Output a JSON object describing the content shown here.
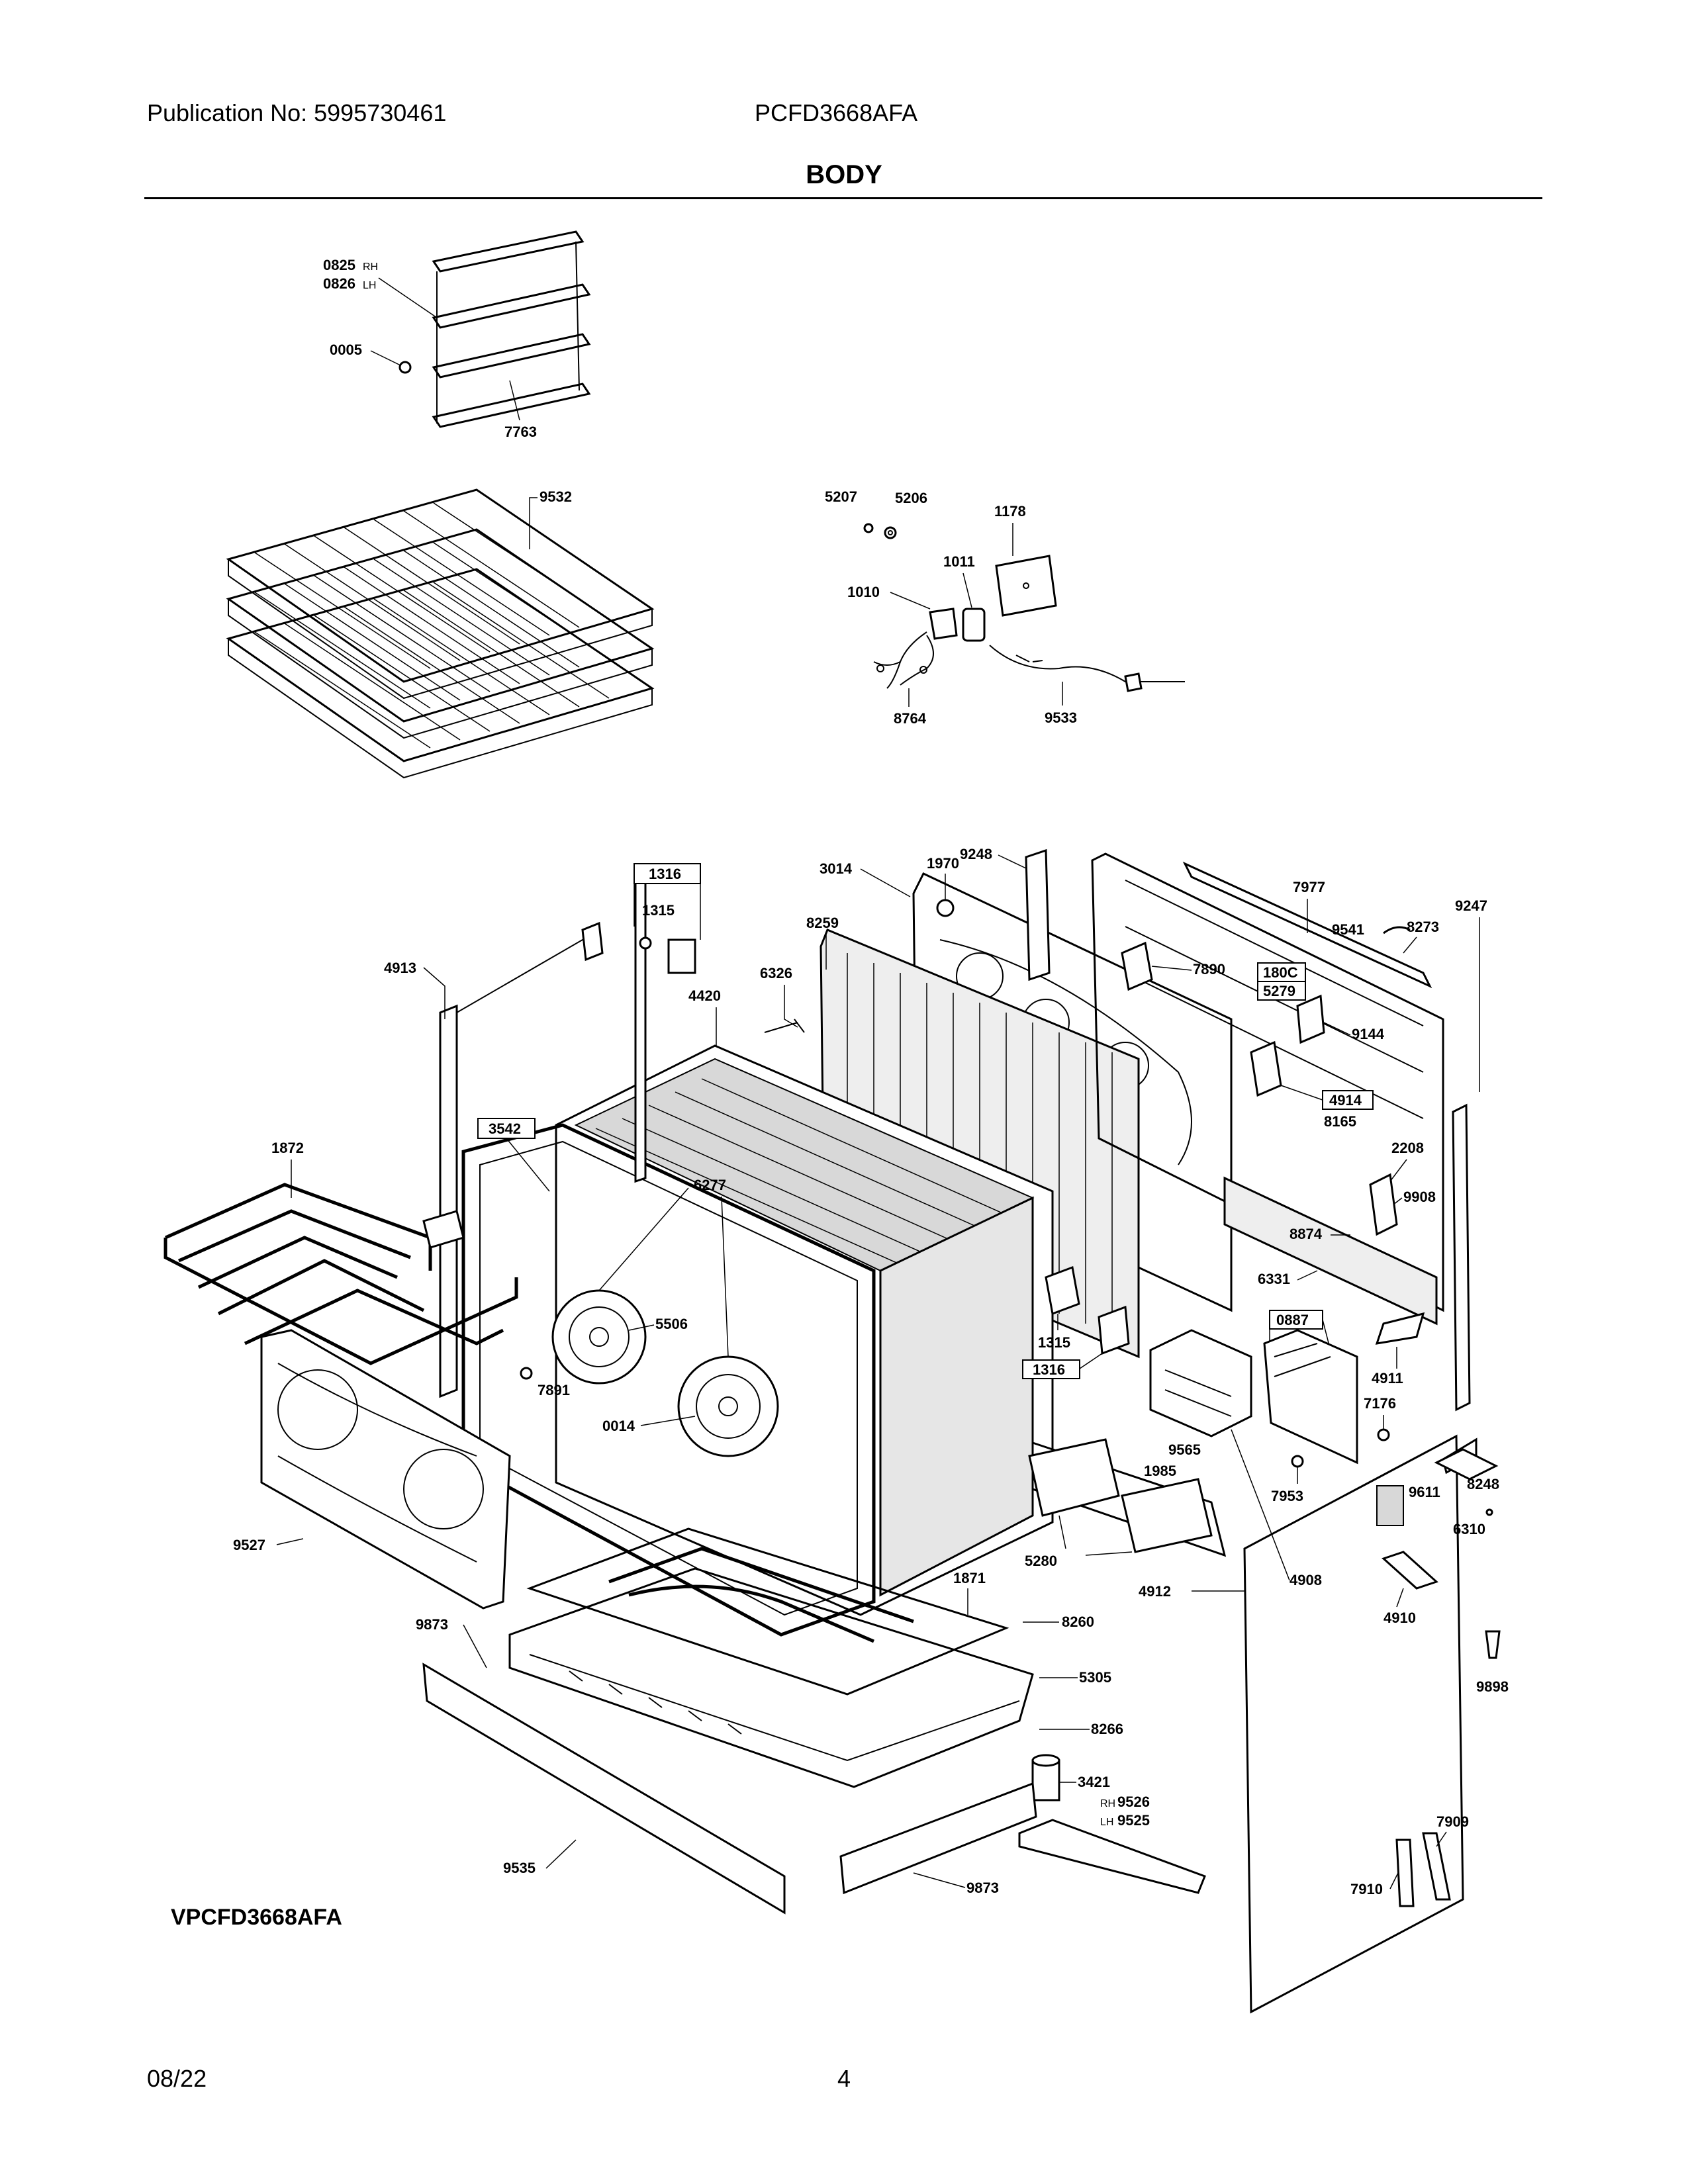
{
  "header": {
    "publication": "Publication No: 5995730461",
    "model": "PCFD3668AFA",
    "title": "BODY"
  },
  "footer": {
    "variant": "VPCFD3668AFA",
    "date": "08/22",
    "page": "4"
  },
  "labels": {
    "l0825": "0825",
    "l0826": "0826",
    "rh": "RH",
    "lh": "LH",
    "l0005": "0005",
    "l7763": "7763",
    "l9532": "9532",
    "l5207": "5207",
    "l5206": "5206",
    "l1178": "1178",
    "l1011": "1011",
    "l1010": "1010",
    "l8764": "8764",
    "l9533": "9533",
    "l1316a": "1316",
    "l1315a": "1315",
    "l4913": "4913",
    "l4420": "4420",
    "l6326": "6326",
    "l3014": "3014",
    "l1970": "1970",
    "l9248": "9248",
    "l8259": "8259",
    "l7977": "7977",
    "l9541": "9541",
    "l8273": "8273",
    "l9247": "9247",
    "l180c": "180C",
    "l5279": "5279",
    "l7890": "7890",
    "l9144": "9144",
    "l4914": "4914",
    "l8165": "8165",
    "l2208": "2208",
    "l9908": "9908",
    "l8874": "8874",
    "l6331": "6331",
    "l3542": "3542",
    "l1872": "1872",
    "l6277": "6277",
    "l5506": "5506",
    "l0887": "0887",
    "l4911": "4911",
    "l7176": "7176",
    "l1315b": "1315",
    "l1316b": "1316",
    "l7891": "7891",
    "l0014": "0014",
    "l9565": "9565",
    "l7953": "7953",
    "l8248": "8248",
    "l9611": "9611",
    "l6310": "6310",
    "l1985": "1985",
    "l5280": "5280",
    "l4912": "4912",
    "l4908": "4908",
    "l4910": "4910",
    "l9527": "9527",
    "l1871": "1871",
    "l8260": "8260",
    "l9873a": "9873",
    "l5305": "5305",
    "l8266": "8266",
    "l3421": "3421",
    "l9526": "9526",
    "l9525": "9525",
    "l9898": "9898",
    "l9535": "9535",
    "l9873b": "9873",
    "l7909": "7909",
    "l7910": "7910"
  }
}
